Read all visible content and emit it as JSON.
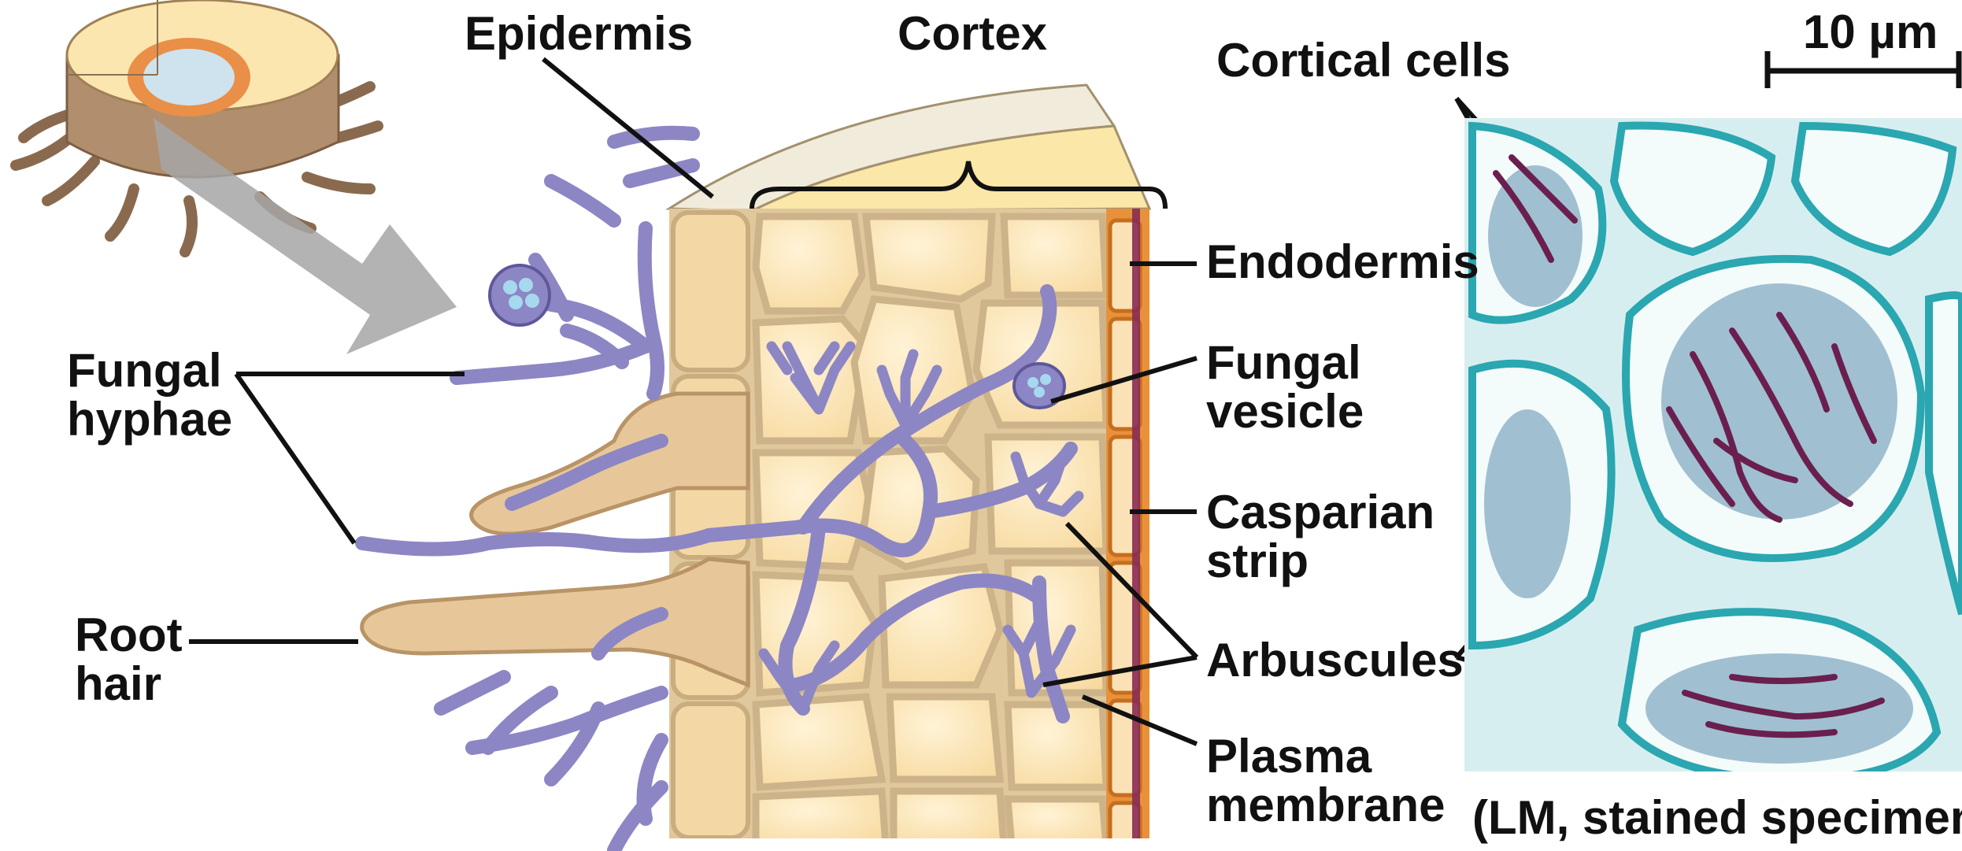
{
  "labels": {
    "epidermis": "Epidermis",
    "cortex": "Cortex",
    "fungal_hyphae": [
      "Fungal",
      "hyphae"
    ],
    "root_hair": [
      "Root",
      "hair"
    ],
    "endodermis": "Endodermis",
    "fungal_vesicle": [
      "Fungal",
      "vesicle"
    ],
    "casparian_strip": [
      "Casparian",
      "strip"
    ],
    "arbuscules": "Arbuscules",
    "plasma_membrane": [
      "Plasma",
      "membrane"
    ],
    "cortical_cells": "Cortical cells",
    "scale_bar": "10 µm",
    "micrograph_caption": "(LM, stained specimen)"
  },
  "colors": {
    "cell_fill": "#fce4b4",
    "cell_wall": "#d8c29a",
    "fungus": "#8c86c4",
    "fungus_stroke": "#5e589a",
    "vesicle": "#a6d8ee",
    "endodermis": "#e8913a",
    "casparian": "#8a2b52",
    "micrograph_wall": "#2aa7b0",
    "micrograph_stain": "#6a1f4f"
  }
}
